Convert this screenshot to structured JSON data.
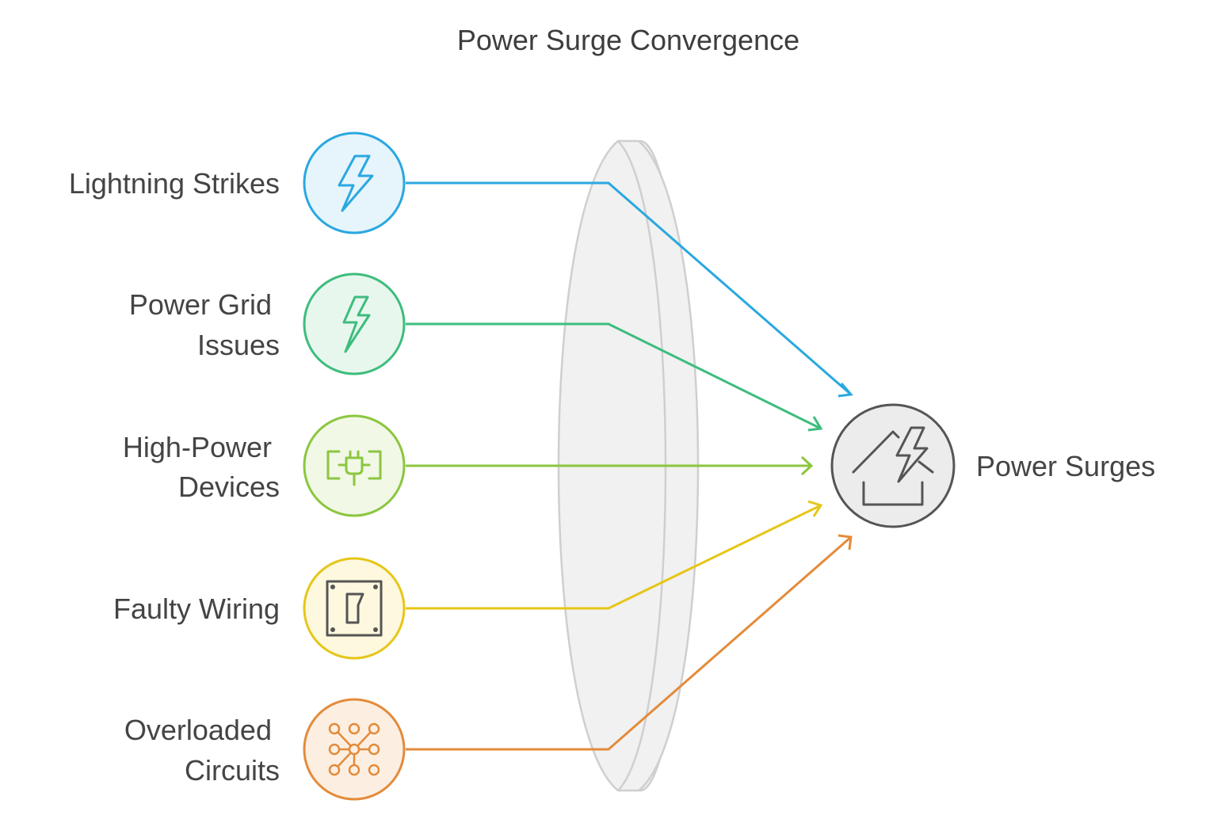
{
  "title": "Power Surge Convergence",
  "result": {
    "label": "Power Surges",
    "icon": "house-lightning-icon",
    "color": "#555555",
    "fill": "#ececec"
  },
  "causes": [
    {
      "label_lines": [
        "Lightning Strikes"
      ],
      "icon": "lightning-bolt-icon",
      "color": "#2aa8e0",
      "fill": "#e6f5fc"
    },
    {
      "label_lines": [
        "Power Grid",
        "Issues"
      ],
      "icon": "power-grid-bolt-icon",
      "color": "#3dbd7d",
      "fill": "#e8f7ee"
    },
    {
      "label_lines": [
        "High-Power",
        "Devices"
      ],
      "icon": "plug-connector-icon",
      "color": "#8cc63f",
      "fill": "#f1f8e6"
    },
    {
      "label_lines": [
        "Faulty Wiring"
      ],
      "icon": "switch-panel-icon",
      "color": "#e6c619",
      "fill": "#fdf8de"
    },
    {
      "label_lines": [
        "Overloaded",
        "Circuits"
      ],
      "icon": "circuit-nodes-icon",
      "color": "#e38b3b",
      "fill": "#fcefe2"
    }
  ]
}
